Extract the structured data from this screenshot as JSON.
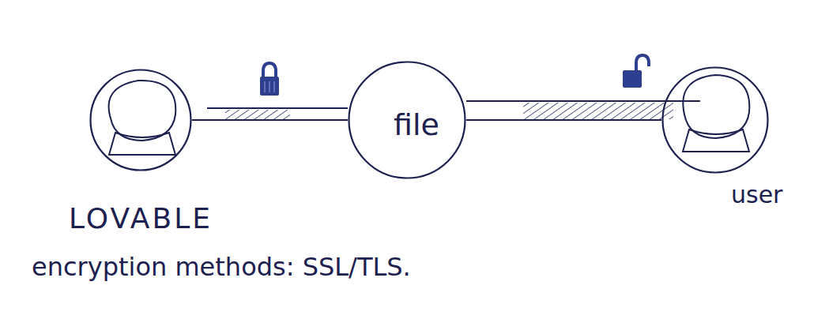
{
  "diagram": {
    "nodes": [
      {
        "text": [
          "LOVABLE"
        ]
      },
      {
        "text": [
          "file"
        ]
      },
      {
        "text": [
          "user"
        ]
      }
    ],
    "edges": [
      {
        "from": 0,
        "to": 1,
        "arrow": "none"
      },
      {
        "from": 1,
        "to": 2,
        "arrow": "none"
      }
    ],
    "labels": [
      "encryption methods: SSL/TLS."
    ]
  }
}
